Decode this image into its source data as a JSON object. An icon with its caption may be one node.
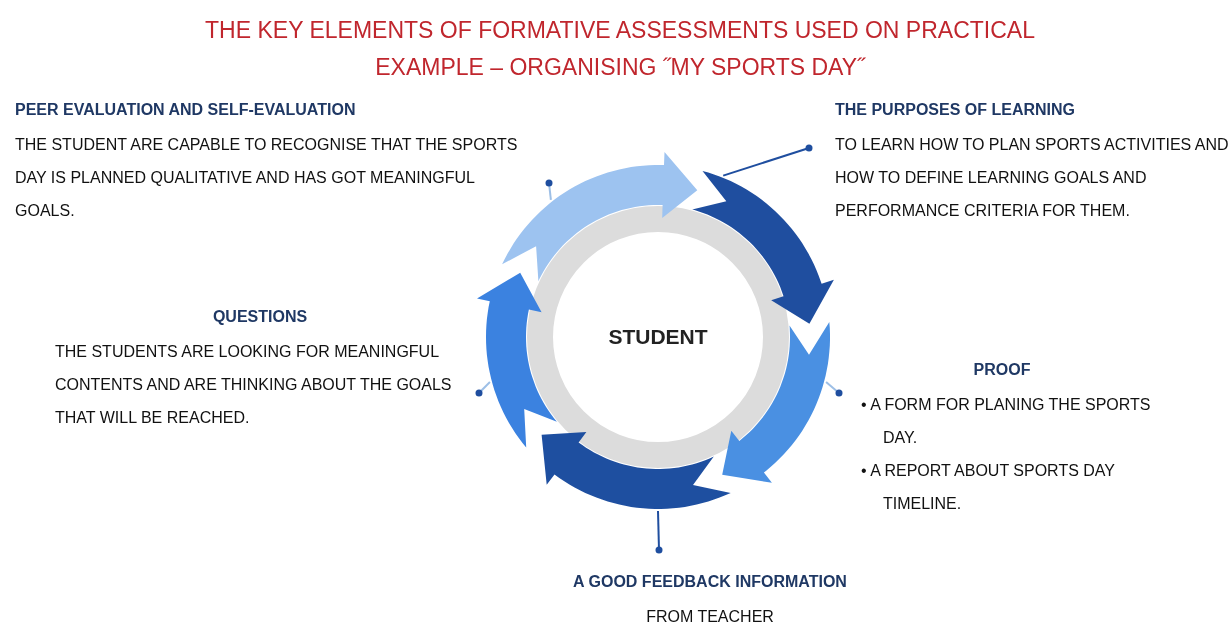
{
  "diagram": {
    "title": "THE KEY ELEMENTS OF FORMATIVE ASSESSMENTS USED ON PRACTICAL EXAMPLE – ORGANISING ˝MY SPORTS DAY˝",
    "nodes": [
      {
        "text": [
          "STUDENT"
        ]
      },
      {
        "text": [
          "PEER EVALUATION AND SELF-EVALUATION",
          "THE STUDENT ARE CAPABLE TO RECOGNISE THAT THE SPORTS DAY IS PLANNED QUALITATIVE AND HAS GOT MEANINGFUL GOALS."
        ]
      },
      {
        "text": [
          "THE PURPOSES OF LEARNING",
          "TO LEARN HOW TO PLAN SPORTS ACTIVITIES AND HOW TO DEFINE LEARNING GOALS AND PERFORMANCE CRITERIA FOR THEM."
        ]
      },
      {
        "text": [
          "QUESTIONS",
          "THE STUDENTS ARE LOOKING FOR MEANINGFUL CONTENTS AND ARE THINKING ABOUT THE GOALS THAT WILL BE REACHED."
        ]
      },
      {
        "text": [
          "PROOF",
          "• A FORM FOR PLANING THE SPORTS DAY.",
          "• A REPORT ABOUT SPORTS DAY TIMELINE."
        ]
      },
      {
        "text": [
          "A GOOD FEEDBACK INFORMATION",
          "FROM TEACHER"
        ]
      }
    ],
    "edges": [
      {
        "from": 0,
        "to": 1,
        "arrow": "other"
      },
      {
        "from": 0,
        "to": 2,
        "arrow": "other",
        "color": "#1f4e9f"
      },
      {
        "from": 0,
        "to": 3,
        "arrow": "other"
      },
      {
        "from": 0,
        "to": 4,
        "arrow": "other"
      },
      {
        "from": 0,
        "to": 5,
        "arrow": "other",
        "color": "#1f4e9f"
      }
    ]
  }
}
